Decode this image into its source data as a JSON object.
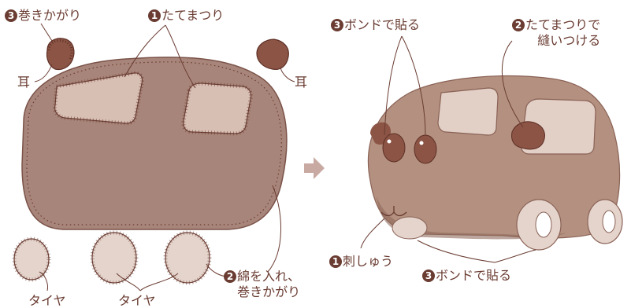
{
  "colors": {
    "body_fill": "#a8857a",
    "body_stroke": "#7a5248",
    "patch_fill": "#d8bfb4",
    "tire_fill": "#e4d4cc",
    "ear_fill": "#8b5445",
    "stitch": "#6a3c32",
    "text": "#6a3c32",
    "arrow": "#c8aaa2",
    "car_body": "#b3907f",
    "car_window": "#e2cfc6",
    "car_window_frame": "#8a6256"
  },
  "left": {
    "ear_left_label": {
      "num": "3",
      "text": "巻きかがり"
    },
    "tatemathuri_label": {
      "num": "1",
      "text": "たてまつり"
    },
    "ear_text_left": "耳",
    "ear_text_right": "耳",
    "stuff_label": {
      "num": "2",
      "line1": "綿を入れ、",
      "line2": "巻きかがり"
    },
    "tire_label_1": "タイヤ",
    "tire_label_2": "タイヤ"
  },
  "right": {
    "bond_top_label": {
      "num": "3",
      "text": "ボンドで貼る"
    },
    "ear_sew_label": {
      "num": "2",
      "line1": "たてまつりで",
      "line2": "縫いつける"
    },
    "embroidery_label": {
      "num": "1",
      "text": "刺しゅう"
    },
    "bond_bottom_label": {
      "num": "3",
      "text": "ボンドで貼る"
    }
  }
}
